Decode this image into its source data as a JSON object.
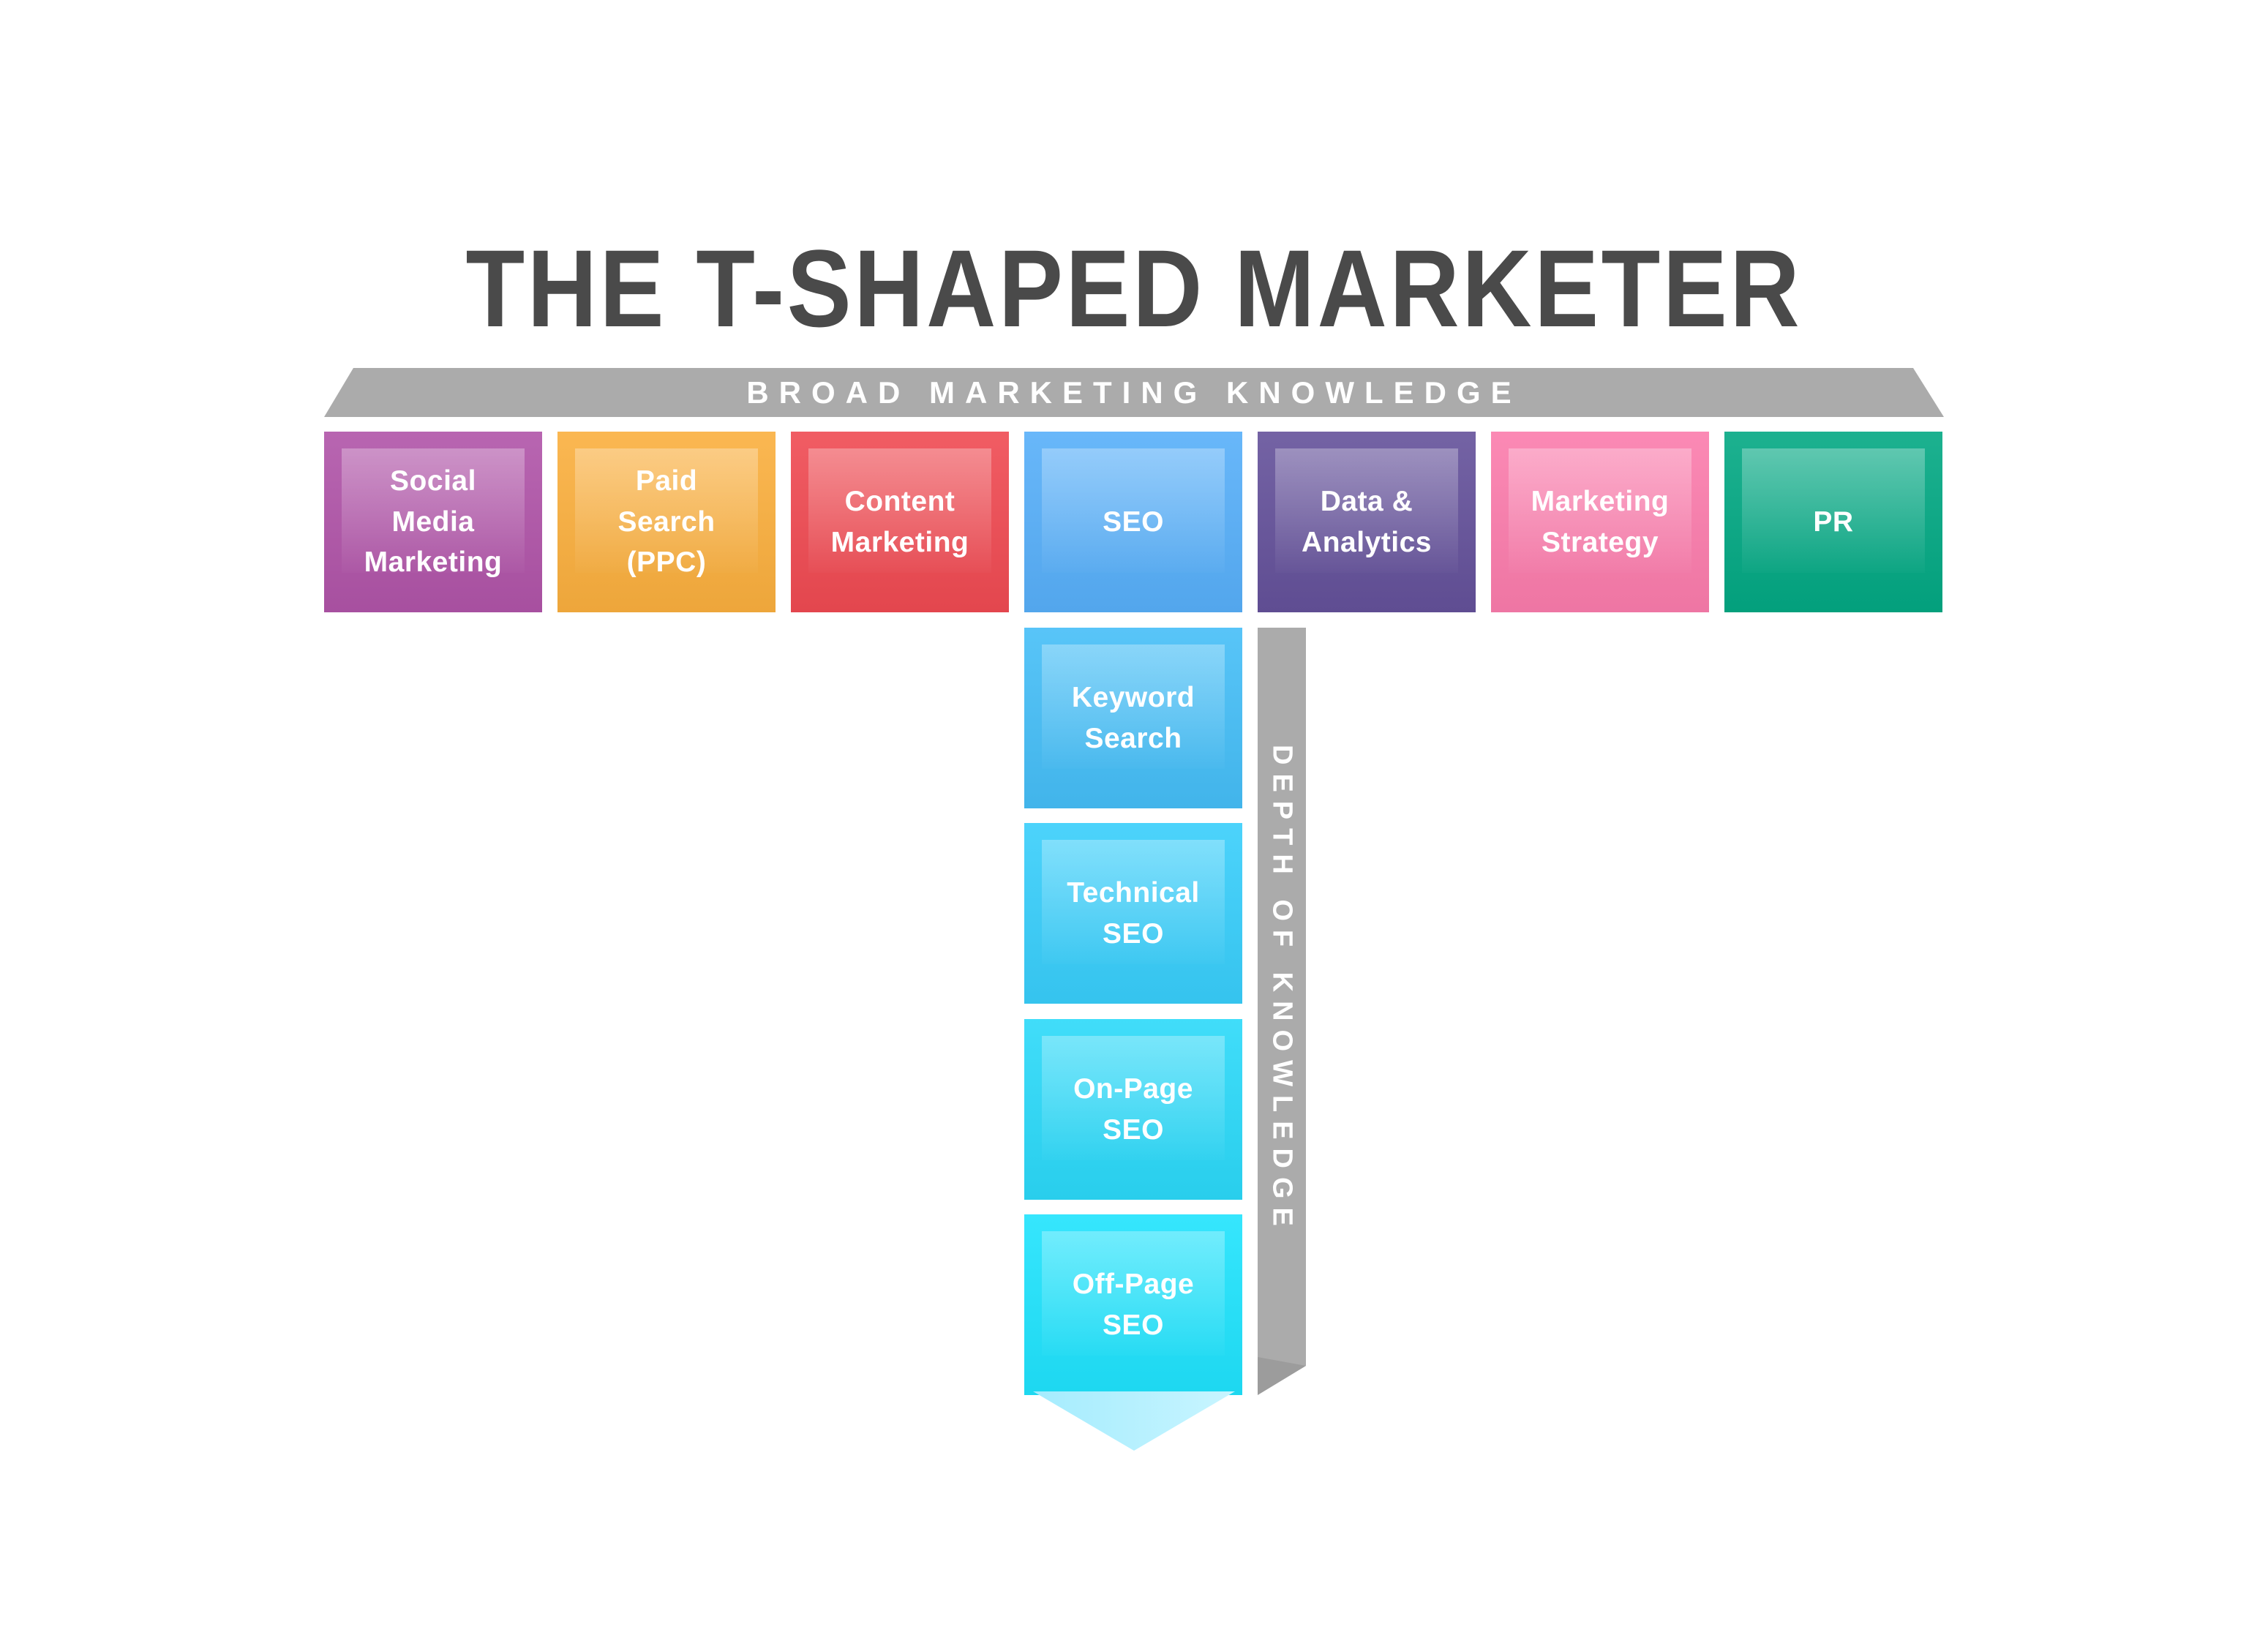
{
  "title": "THE T-SHAPED MARKETER",
  "banner": {
    "label": "BROAD MARKETING KNOWLEDGE"
  },
  "broad_boxes": [
    {
      "label": "Social\nMedia\nMarketing",
      "color": "#B054A8"
    },
    {
      "label": "Paid\nSearch\n(PPC)",
      "color": "#FAAF3E"
    },
    {
      "label": "Content\nMarketing",
      "color": "#EF4A52"
    },
    {
      "label": "SEO",
      "color": "#57AFF9"
    },
    {
      "label": "Data &\nAnalytics",
      "color": "#64519A"
    },
    {
      "label": "Marketing\nStrategy",
      "color": "#FB7CAC"
    },
    {
      "label": "PR",
      "color": "#03A883"
    }
  ],
  "depth_boxes": [
    {
      "label": "Keyword\nSearch",
      "color": "#45BEF7"
    },
    {
      "label": "Technical\nSEO",
      "color": "#38CEFB"
    },
    {
      "label": "On-Page\nSEO",
      "color": "#2BD9F9"
    },
    {
      "label": "Off-Page\nSEO",
      "color": "#1FE3FD"
    }
  ],
  "depth_bar": {
    "label": "DEPTH OF KNOWLEDGE"
  },
  "colors": {
    "title_text": "#4A4A4A",
    "banner_bg": "#ABABAB",
    "ribbon_bg": "#ABABAB",
    "ribbon_fold": "#9C9C9C",
    "arrow": "#AFEFFE",
    "box_text": "#FFFFFF"
  }
}
